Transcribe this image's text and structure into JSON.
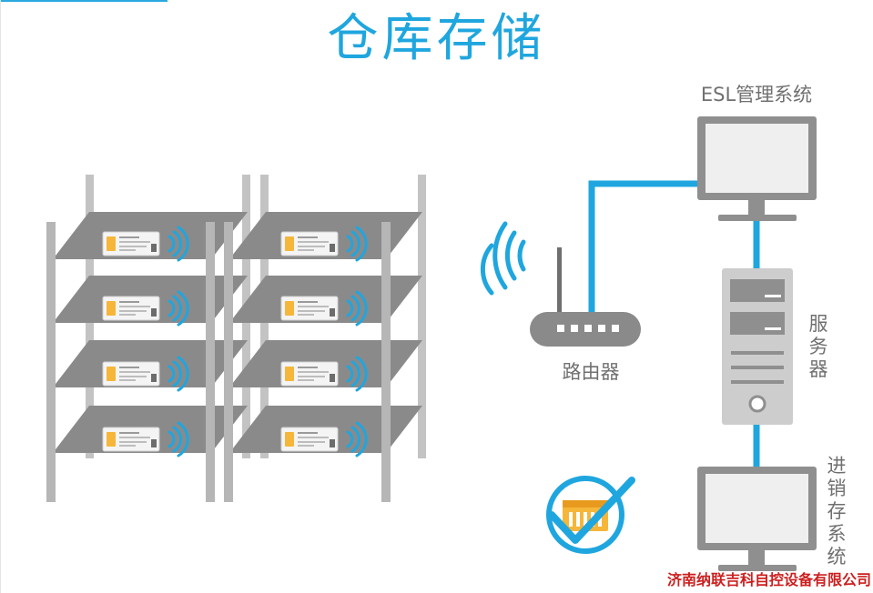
{
  "title": "仓库存储",
  "labels": {
    "esl_system": "ESL管理系统",
    "router": "路由器",
    "server": "服务器",
    "inventory": "进销存系统"
  },
  "footer": {
    "company": "济南纳联吉科自控设备有限公司"
  },
  "colors": {
    "accent": "#1fa6df",
    "rack_post": "#bfbfbf",
    "shelf": "#8c8c8c",
    "device": "#c7c7c7",
    "company_red": "#cc1f1f"
  },
  "icons": [
    "router-icon",
    "wifi-signal-icon",
    "monitor-icon",
    "server-tower-icon",
    "checkmark-badge-icon",
    "price-tag-icon"
  ]
}
